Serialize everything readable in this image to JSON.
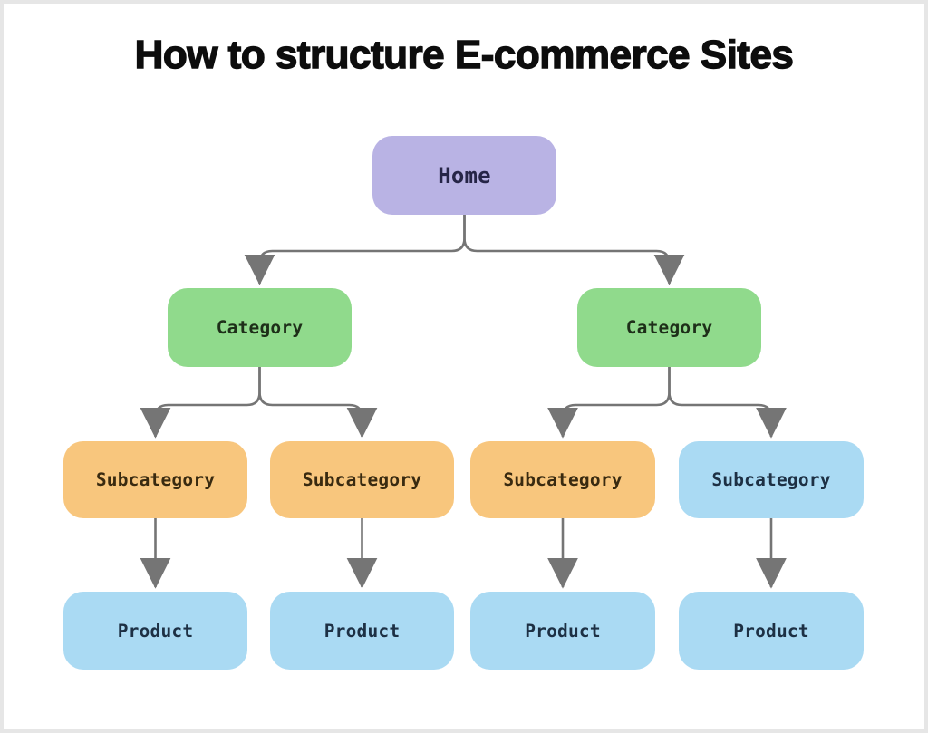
{
  "title": "How to structure E-commerce Sites",
  "diagram": {
    "connector_color": "#757575",
    "frame_color": "#e6e6e6",
    "nodes": [
      {
        "id": "home",
        "label": "Home",
        "fill": "#b9b3e4",
        "text_color": "#262547"
      },
      {
        "id": "category-left",
        "label": "Category",
        "fill": "#90da8c",
        "text_color": "#1e2f19"
      },
      {
        "id": "category-right",
        "label": "Category",
        "fill": "#90da8c",
        "text_color": "#1e2f19"
      },
      {
        "id": "subcategory-1",
        "label": "Subcategory",
        "fill": "#f8c67d",
        "text_color": "#392a10"
      },
      {
        "id": "subcategory-2",
        "label": "Subcategory",
        "fill": "#f8c67d",
        "text_color": "#392a10"
      },
      {
        "id": "subcategory-3",
        "label": "Subcategory",
        "fill": "#f8c67d",
        "text_color": "#392a10"
      },
      {
        "id": "subcategory-4",
        "label": "Subcategory",
        "fill": "#aadaf3",
        "text_color": "#1d3044"
      },
      {
        "id": "product-1",
        "label": "Product",
        "fill": "#aadaf3",
        "text_color": "#1d3044"
      },
      {
        "id": "product-2",
        "label": "Product",
        "fill": "#aadaf3",
        "text_color": "#1d3044"
      },
      {
        "id": "product-3",
        "label": "Product",
        "fill": "#aadaf3",
        "text_color": "#1d3044"
      },
      {
        "id": "product-4",
        "label": "Product",
        "fill": "#aadaf3",
        "text_color": "#1d3044"
      }
    ]
  }
}
